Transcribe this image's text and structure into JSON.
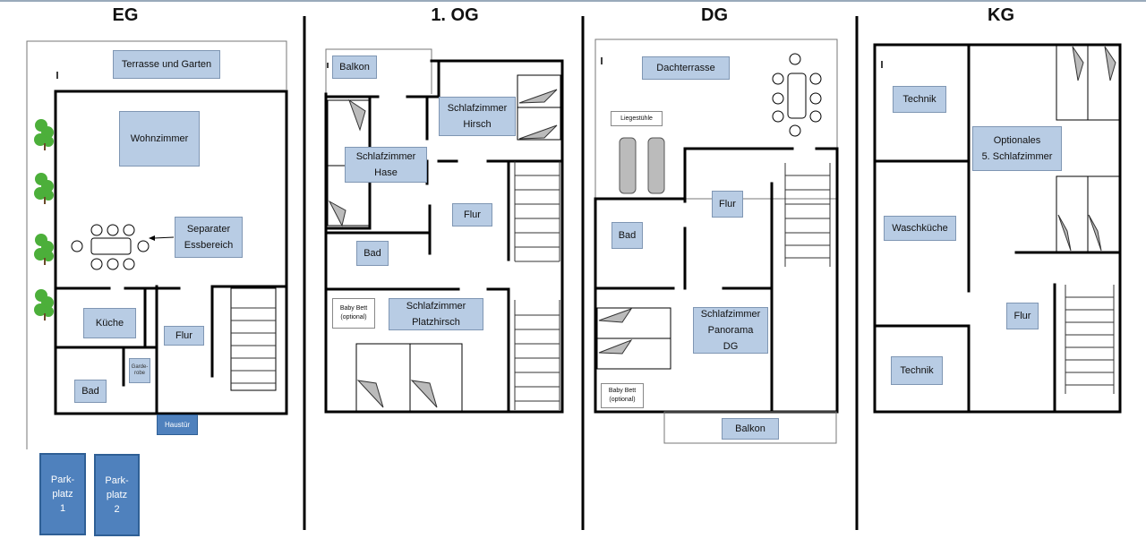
{
  "floors": {
    "eg": "EG",
    "og": "1. OG",
    "dg": "DG",
    "kg": "KG"
  },
  "eg": {
    "terrasse": "Terrasse und Garten",
    "wohnzimmer": "Wohnzimmer",
    "essbereich": "Separater\nEssbereich",
    "kueche": "Küche",
    "flur": "Flur",
    "bad": "Bad",
    "garderobe": "Garde-\nrobe",
    "haustuer": "Haustür",
    "parkplatz1": "Park-\nplatz\n1",
    "parkplatz2": "Park-\nplatz\n2"
  },
  "og": {
    "balkon": "Balkon",
    "hirsch": "Schlafzimmer\nHirsch",
    "hase": "Schlafzimmer\nHase",
    "flur": "Flur",
    "bad": "Bad",
    "babybett": "Baby Bett\n(optional)",
    "platzhirsch": "Schlafzimmer\nPlatzhirsch"
  },
  "dg": {
    "dachterrasse": "Dachterrasse",
    "liegestuehle": "Liegestühle",
    "flur": "Flur",
    "bad": "Bad",
    "panorama": "Schlafzimmer\nPanorama\nDG",
    "babybett": "Baby Bett\n(optional)",
    "balkon": "Balkon"
  },
  "kg": {
    "technik1": "Technik",
    "optionales": "Optionales\n5. Schlafzimmer",
    "waschkueche": "Waschküche",
    "flur": "Flur",
    "technik2": "Technik"
  },
  "colors": {
    "label_fill": "#b8cce4",
    "parking_fill": "#4f81bd",
    "tree_green": "#4caf3a"
  }
}
